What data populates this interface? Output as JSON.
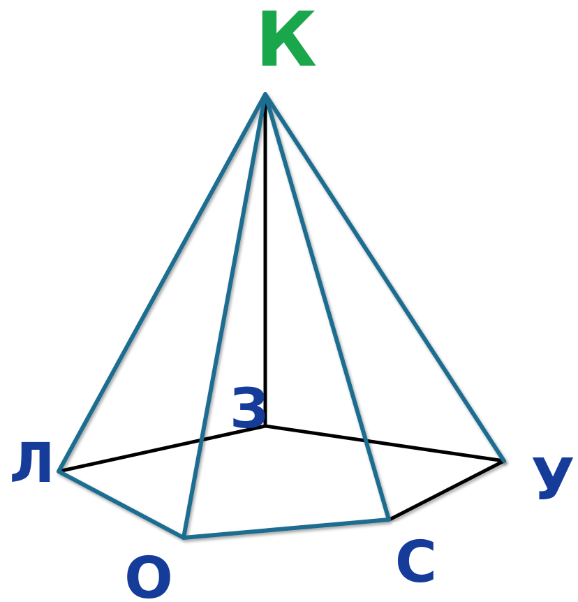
{
  "colors": {
    "edge_visible": "#1b6d90",
    "edge_hidden": "#000000",
    "apex_label": "#1aa64a",
    "base_label": "#163c9a"
  },
  "labels": {
    "apex": "К",
    "center": "З",
    "left": "Л",
    "front_left": "О",
    "front_right": "С",
    "right": "У"
  }
}
